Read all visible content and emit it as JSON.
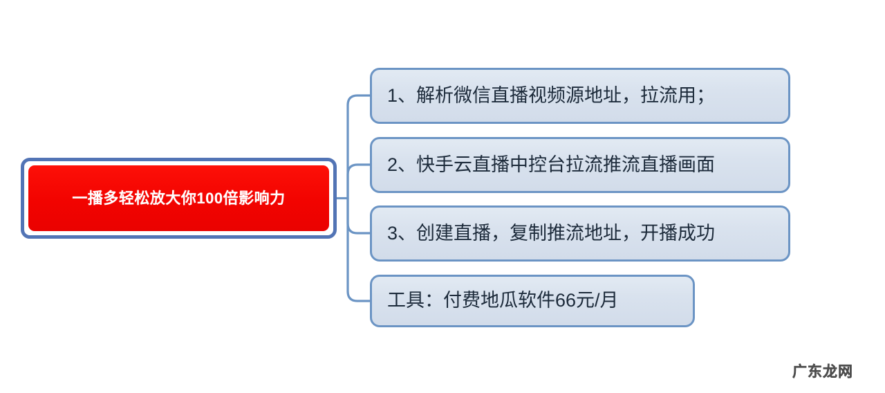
{
  "diagram": {
    "type": "mind-map",
    "title": "一播多轻松放大你100倍影响力",
    "root": {
      "label": "一播多轻松放大你100倍影响力",
      "text_color": "#ffffff",
      "fill_color": "#f20300",
      "border_color": "#5274b5"
    },
    "branches": [
      {
        "label": "1、解析微信直播视频源地址，拉流用；"
      },
      {
        "label": "2、快手云直播中控台拉流推流直播画面"
      },
      {
        "label": "3、创建直播，复制推流地址，开播成功"
      },
      {
        "label": "工具：付费地瓜软件66元/月"
      }
    ],
    "node_style": {
      "fill_color": "#d9e2ee",
      "border_color": "#6b94c4",
      "text_color": "#1c2a3a"
    },
    "connector_color": "#6b94c4"
  },
  "watermark": {
    "text": "广东龙网"
  }
}
